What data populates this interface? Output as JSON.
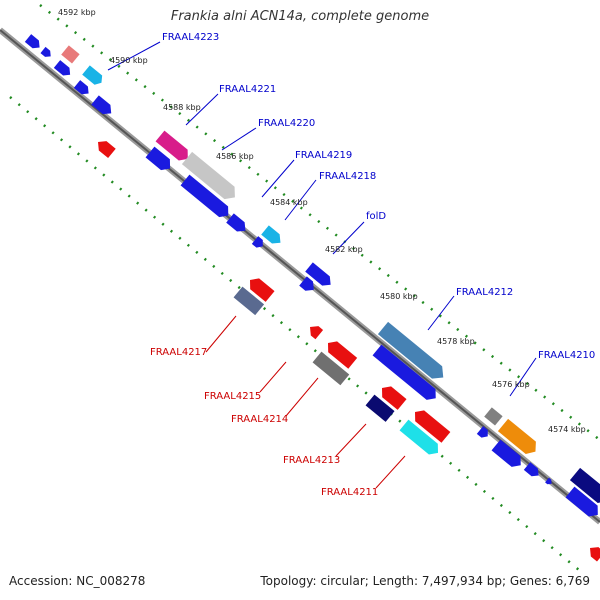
{
  "title": "Frankia alni ACN14a, complete genome",
  "footer": {
    "accession": "Accession: NC_008278",
    "topology": "Topology: circular; Length: 7,497,934 bp; Genes: 6,769"
  },
  "colors": {
    "forward_label": "#0000cc",
    "reverse_label": "#cc0000",
    "tick": "#228b22",
    "backbone": "#777777"
  },
  "scale_labels": [
    "4592 kbp",
    "4590 kbp",
    "4588 kbp",
    "4586 kbp",
    "4584 kbp",
    "4582 kbp",
    "4580 kbp",
    "4578 kbp",
    "4576 kbp",
    "4574 kbp"
  ],
  "gene_labels": [
    {
      "text": "FRAAL4223",
      "strand": "forward"
    },
    {
      "text": "FRAAL4221",
      "strand": "forward"
    },
    {
      "text": "FRAAL4220",
      "strand": "forward"
    },
    {
      "text": "FRAAL4219",
      "strand": "forward"
    },
    {
      "text": "FRAAL4218",
      "strand": "forward"
    },
    {
      "text": "folD",
      "strand": "forward"
    },
    {
      "text": "FRAAL4212",
      "strand": "forward"
    },
    {
      "text": "FRAAL4210",
      "strand": "forward"
    },
    {
      "text": "FRAAL4217",
      "strand": "reverse"
    },
    {
      "text": "FRAAL4215",
      "strand": "reverse"
    },
    {
      "text": "FRAAL4214",
      "strand": "reverse"
    },
    {
      "text": "FRAAL4213",
      "strand": "reverse"
    },
    {
      "text": "FRAAL4211",
      "strand": "reverse"
    }
  ]
}
